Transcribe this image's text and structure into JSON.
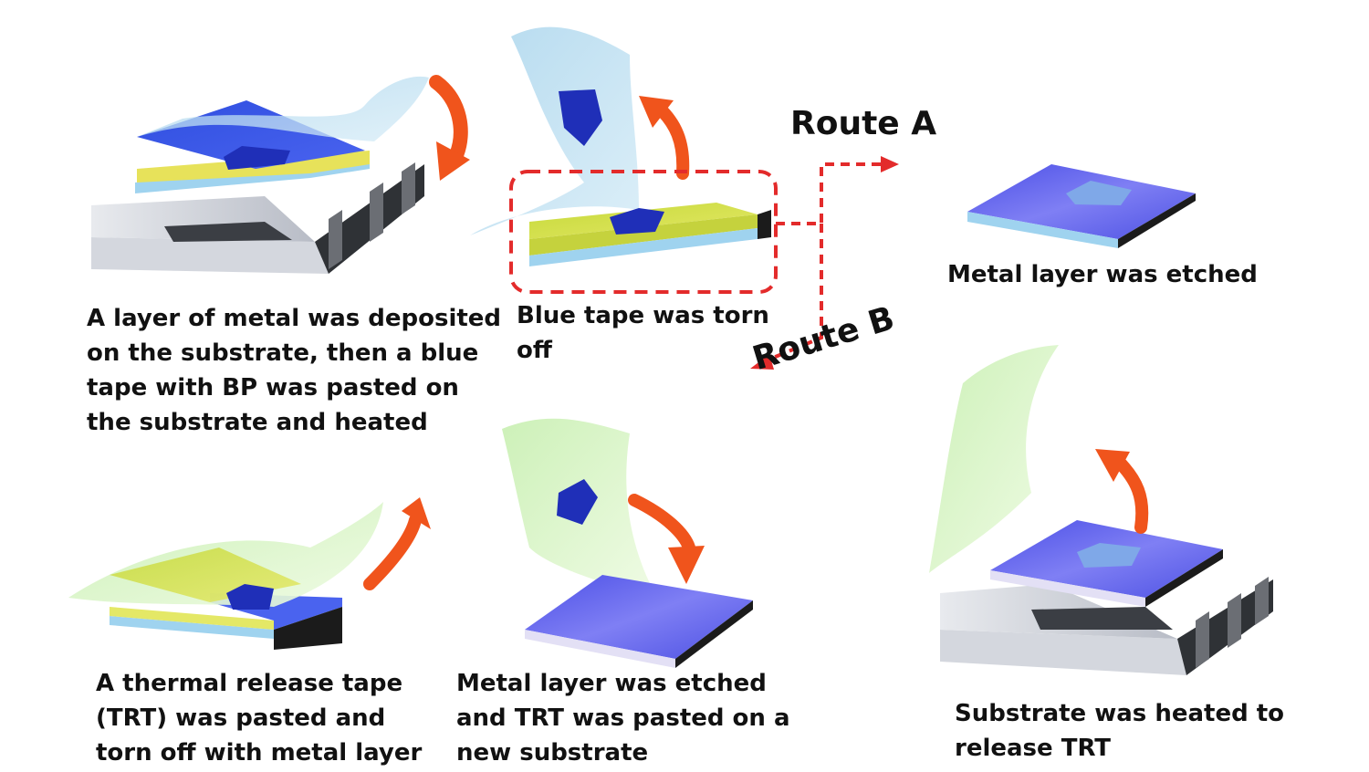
{
  "steps": {
    "step1": {
      "lines": [
        "A layer of metal was deposited",
        "on the substrate, then a blue",
        "tape with BP was pasted on",
        "the substrate and heated"
      ]
    },
    "step2": {
      "lines": [
        "Blue tape was torn",
        "off"
      ]
    },
    "route_a_result": {
      "lines": [
        "Metal layer was etched"
      ]
    },
    "route_b_step1": {
      "lines": [
        "A thermal release tape",
        "(TRT) was pasted and",
        "torn off with metal layer"
      ]
    },
    "route_b_step2": {
      "lines": [
        "Metal layer was etched",
        "and TRT was pasted on a",
        "new substrate"
      ]
    },
    "route_b_step3": {
      "lines": [
        "Substrate  was heated to",
        "release TRT"
      ]
    }
  },
  "routes": {
    "a": "Route A",
    "b": "Route B"
  },
  "colors": {
    "blue_tape": "#b7dcef",
    "trt_tape": "#dcf5c8",
    "metal_yellow": "#d8e24a",
    "metal_blue": "#3b3fd6",
    "bp_flake": "#2233c8",
    "arrow_orange": "#f0541c",
    "route_red": "#e32b2b",
    "substrate_gray": "#c9cdd6",
    "substrate_dark": "#2c2f33"
  }
}
